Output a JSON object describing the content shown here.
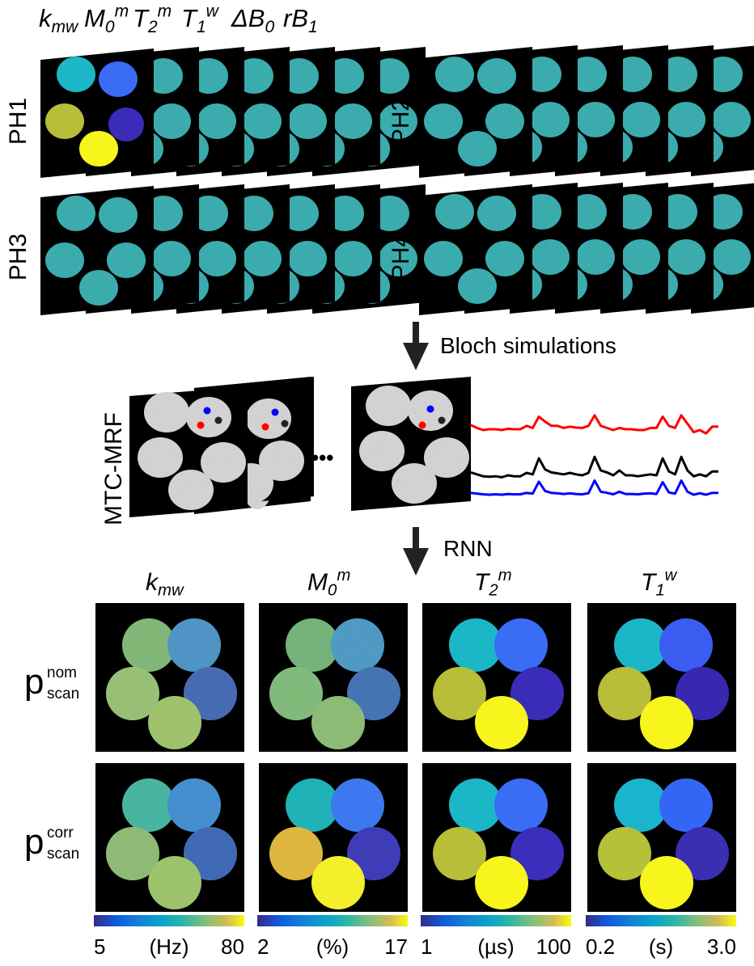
{
  "header": {
    "params": [
      {
        "base": "k",
        "sub": "mw",
        "sup": ""
      },
      {
        "base": "M",
        "sub": "0",
        "sup": "m"
      },
      {
        "base": "T",
        "sub": "2",
        "sup": "m"
      },
      {
        "base": "T",
        "sub": "1",
        "sup": "w"
      },
      {
        "base": "ΔB",
        "sub": "0",
        "sup": ""
      },
      {
        "base": "rB",
        "sub": "1",
        "sup": ""
      }
    ]
  },
  "phantoms": [
    {
      "label": "PH1"
    },
    {
      "label": "PH2"
    },
    {
      "label": "PH3"
    },
    {
      "label": "PH4"
    }
  ],
  "steps": {
    "bloch": "Bloch simulations",
    "rnn": "RNN"
  },
  "mtc": {
    "label": "MTC-MRF",
    "ellipsis": "•••",
    "signals": [
      {
        "color": "#ff0000",
        "values": [
          0.62,
          0.55,
          0.5,
          0.52,
          0.52,
          0.5,
          0.53,
          0.52,
          0.52,
          0.6,
          0.55,
          0.82,
          0.7,
          0.6,
          0.6,
          0.55,
          0.58,
          0.56,
          0.55,
          0.6,
          0.85,
          0.6,
          0.55,
          0.5,
          0.55,
          0.52,
          0.52,
          0.5,
          0.5,
          0.55,
          0.55,
          0.82,
          0.6,
          0.55,
          0.85,
          0.65,
          0.45,
          0.5,
          0.42,
          0.58,
          0.58
        ]
      },
      {
        "color": "#000000",
        "values": [
          0.26,
          0.22,
          0.18,
          0.17,
          0.18,
          0.16,
          0.2,
          0.18,
          0.18,
          0.25,
          0.22,
          0.55,
          0.32,
          0.26,
          0.24,
          0.22,
          0.25,
          0.22,
          0.2,
          0.25,
          0.58,
          0.3,
          0.26,
          0.2,
          0.3,
          0.2,
          0.2,
          0.18,
          0.2,
          0.22,
          0.2,
          0.55,
          0.28,
          0.22,
          0.58,
          0.3,
          0.18,
          0.22,
          0.18,
          0.28,
          0.28
        ]
      },
      {
        "color": "#0000ff",
        "values": [
          0.05,
          0.03,
          0.01,
          0.0,
          0.01,
          0.0,
          0.02,
          0.01,
          0.01,
          0.05,
          0.03,
          0.35,
          0.1,
          0.05,
          0.04,
          0.02,
          0.04,
          0.02,
          0.01,
          0.04,
          0.38,
          0.08,
          0.05,
          0.01,
          0.08,
          0.02,
          0.02,
          0.01,
          0.03,
          0.04,
          0.02,
          0.34,
          0.06,
          0.03,
          0.38,
          0.08,
          0.0,
          0.04,
          0.0,
          0.05,
          0.05
        ]
      }
    ]
  },
  "results": {
    "columns": [
      {
        "base": "k",
        "sub": "mw",
        "sup": ""
      },
      {
        "base": "M",
        "sub": "0",
        "sup": "m"
      },
      {
        "base": "T",
        "sub": "2",
        "sup": "m"
      },
      {
        "base": "T",
        "sub": "1",
        "sup": "w"
      }
    ],
    "rows": [
      {
        "base": "p",
        "sup": "nom",
        "sub": "scan"
      },
      {
        "base": "p",
        "sup": "corr",
        "sub": "scan"
      }
    ],
    "colorbars": [
      {
        "min": "5",
        "unit": "(Hz)",
        "max": "80"
      },
      {
        "min": "2",
        "unit": "(%)",
        "max": "17"
      },
      {
        "min": "1",
        "unit": "(µs)",
        "max": "100"
      },
      {
        "min": "0.2",
        "unit": "(s)",
        "max": "3.0"
      }
    ]
  },
  "colors": {
    "cyan": "#1bb7c9",
    "blue": "#3a6cf5",
    "olive": "#b8bd3a",
    "indigo": "#3a2cb8",
    "yellow": "#f8f51c",
    "noise_base": "#3aa6a0"
  }
}
